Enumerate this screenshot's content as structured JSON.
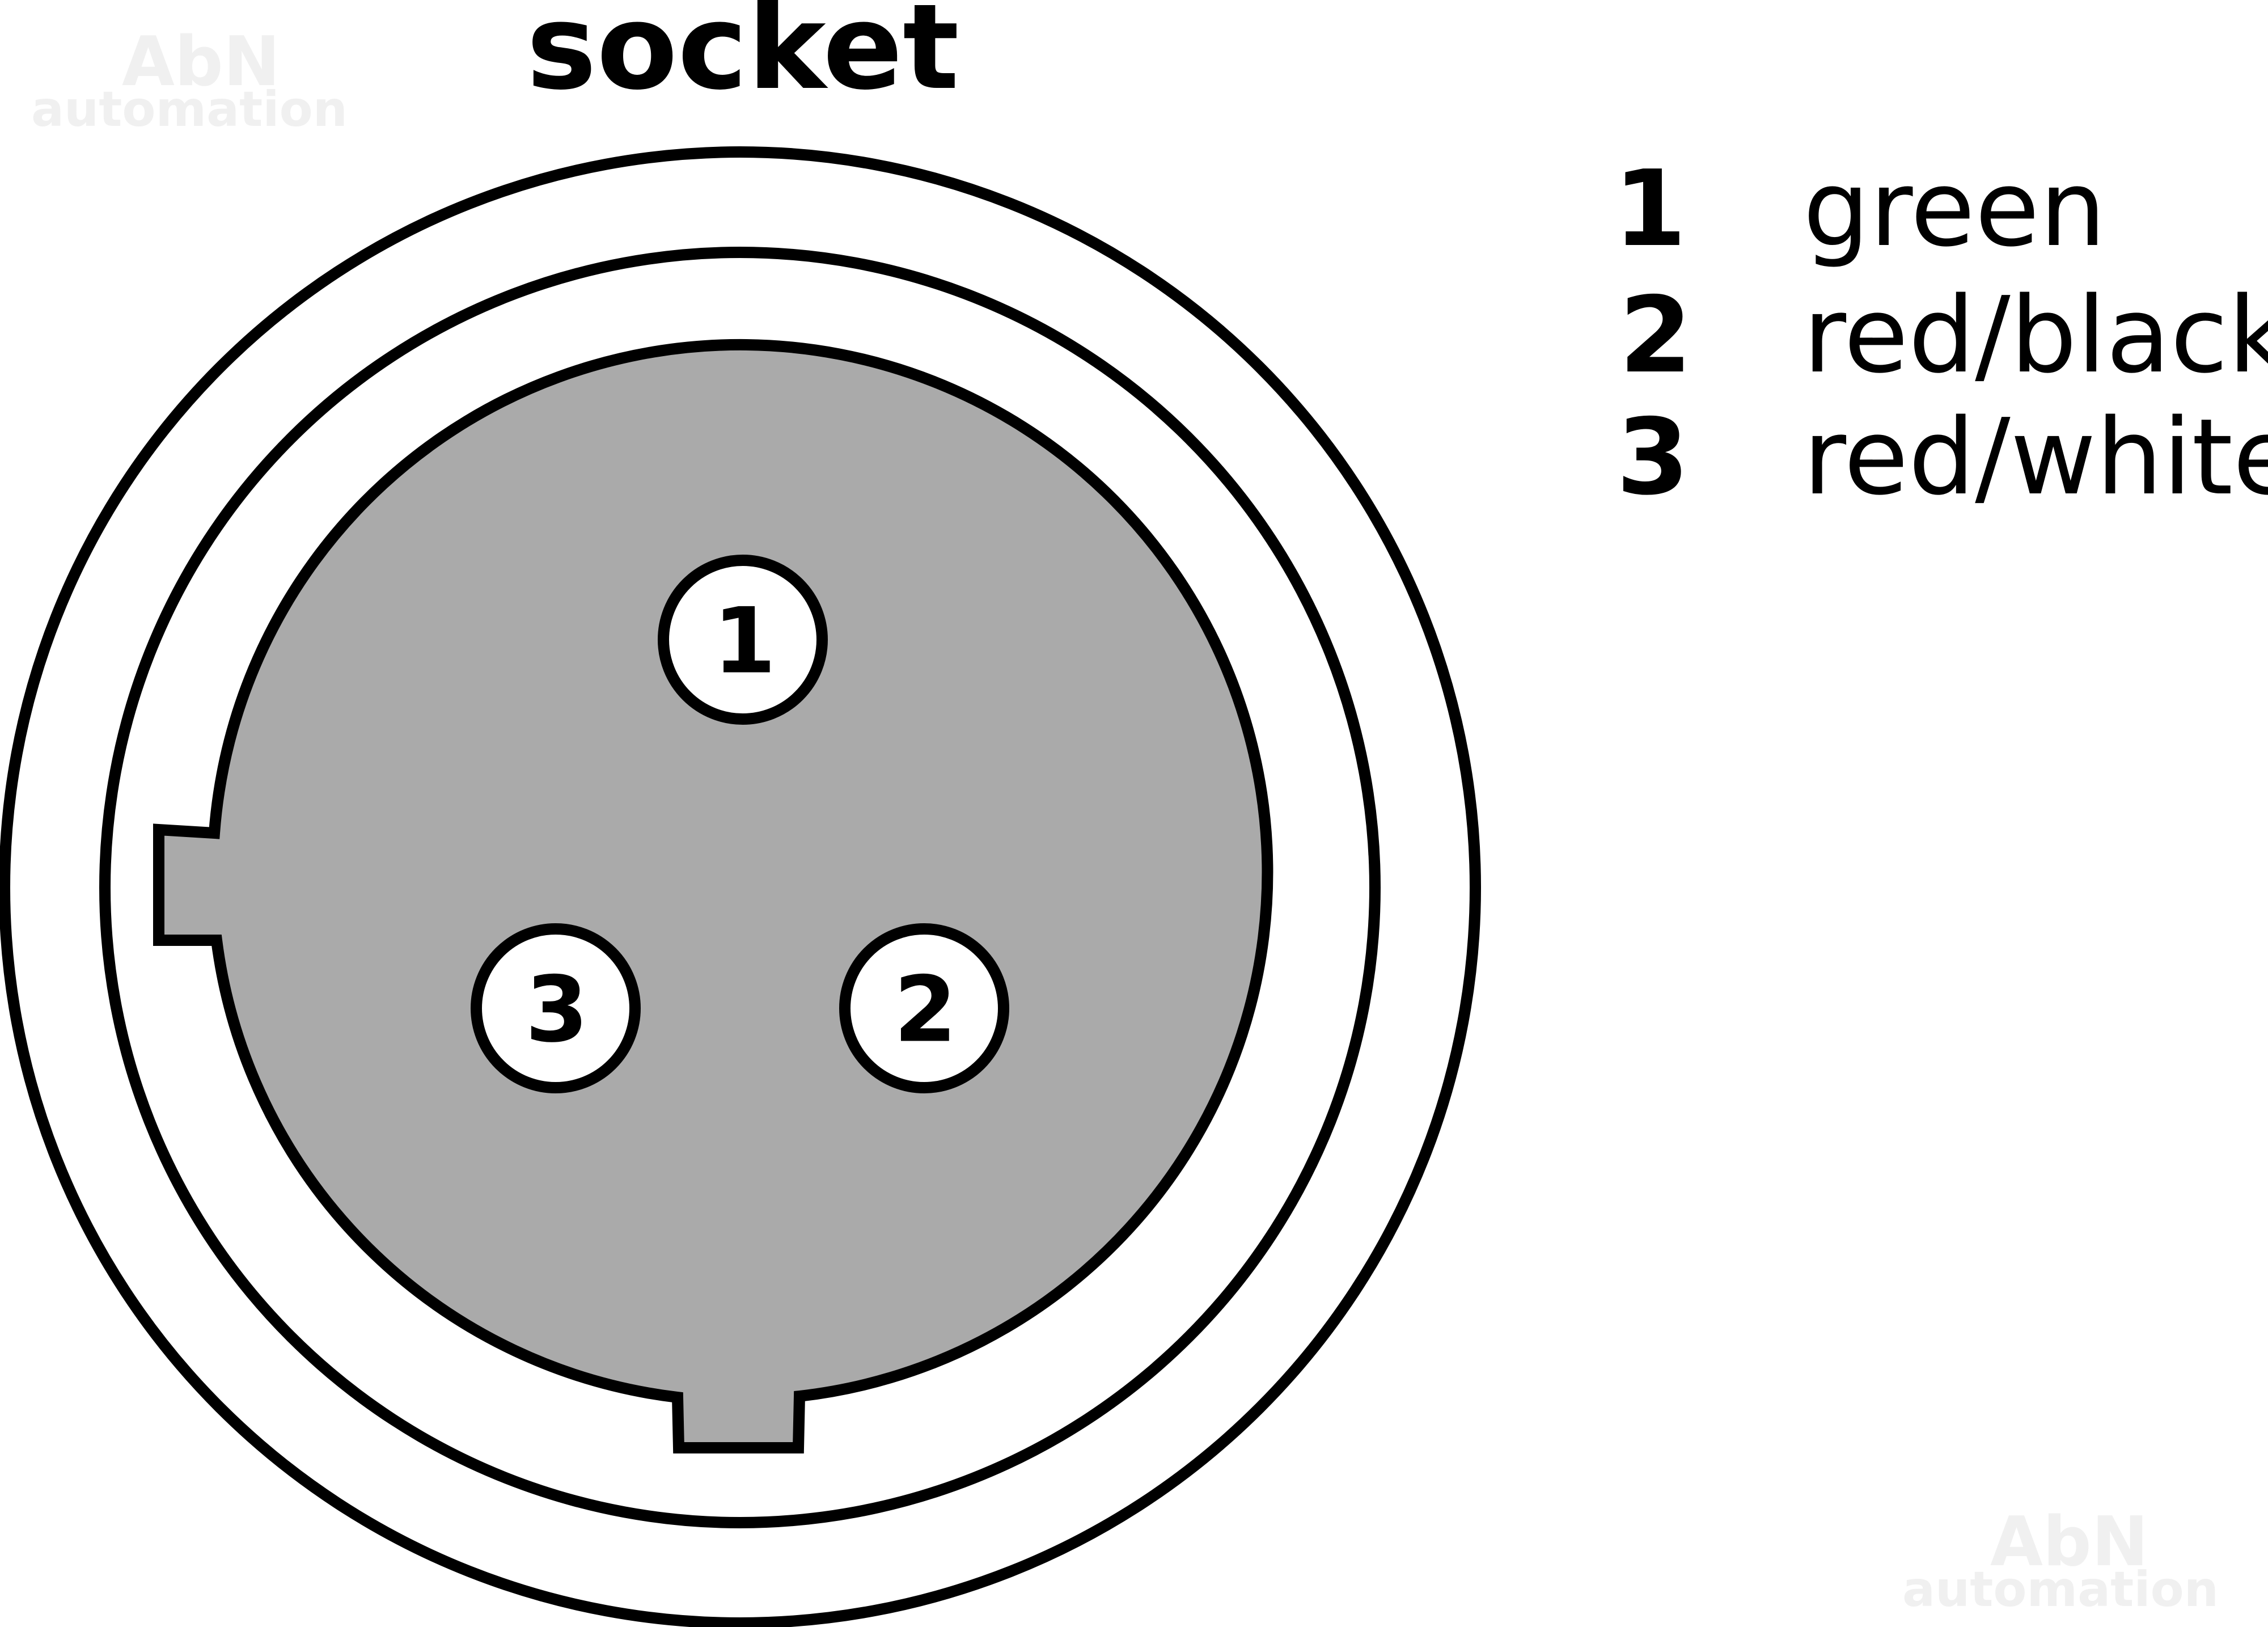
{
  "title": "socket",
  "watermark": {
    "line1": "AbN",
    "line2": "automation"
  },
  "pins": [
    {
      "number": "1",
      "label": "green"
    },
    {
      "number": "2",
      "label": "red/black"
    },
    {
      "number": "3",
      "label": "red/white"
    }
  ],
  "colors": {
    "stroke": "#000000",
    "insert_fill": "#aaaaaa",
    "background": "#ffffff",
    "pin_fill": "#ffffff"
  }
}
